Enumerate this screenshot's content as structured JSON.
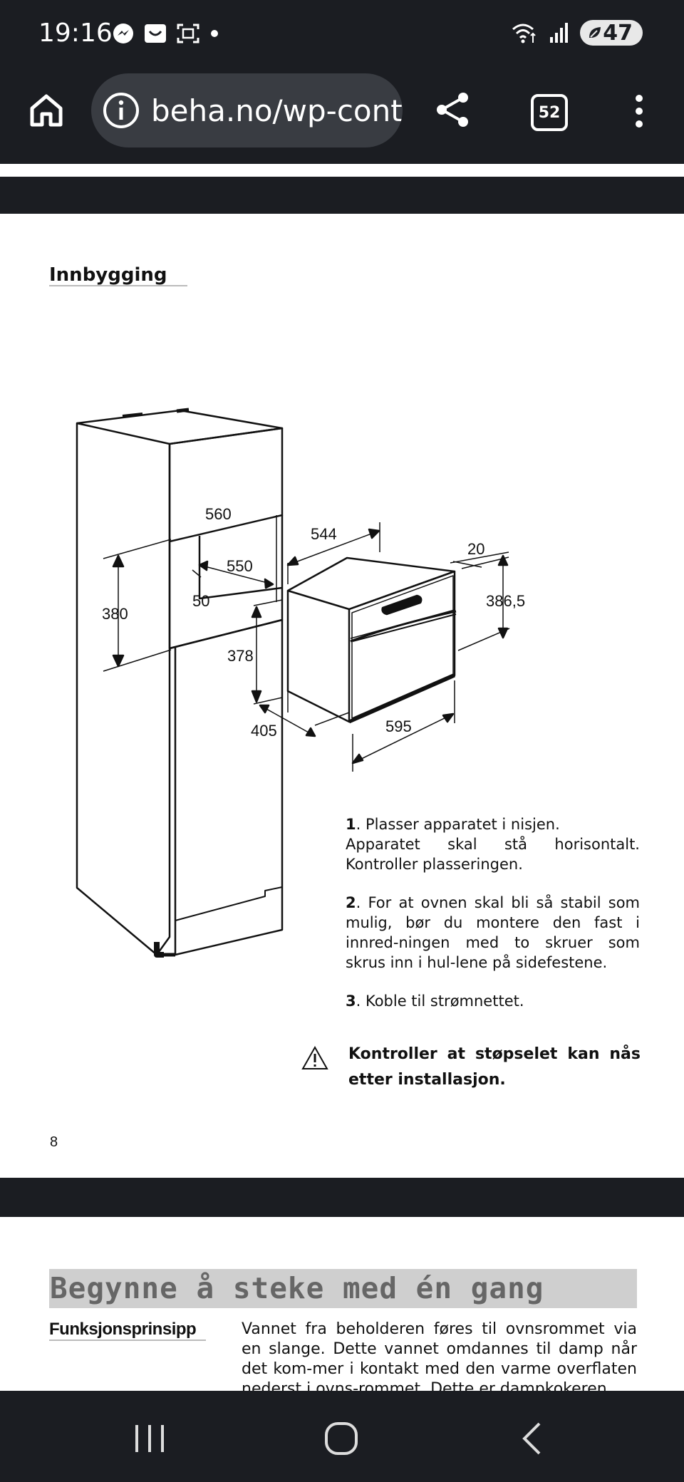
{
  "status_bar": {
    "time": "19:16",
    "battery": "47",
    "left_icons": [
      "messenger-icon",
      "inbox-icon",
      "screenshot-icon",
      "dot-icon"
    ],
    "right_icons": [
      "wifi-icon",
      "signal-icon",
      "battery-icon"
    ]
  },
  "browser": {
    "url": "beha.no/wp-cont",
    "tab_count": "52",
    "icons": [
      "home-icon",
      "info-icon",
      "share-icon",
      "tabs-icon",
      "menu-icon"
    ]
  },
  "document": {
    "heading": "Innbygging",
    "diagram_labels": {
      "d560": "560",
      "d544": "544",
      "d20": "20",
      "d550": "550",
      "d50": "50",
      "d380": "380",
      "d386": "386,5",
      "d378": "378",
      "d405": "405",
      "d595": "595"
    },
    "steps": [
      {
        "num": "1",
        "text": ". Plasser apparatet i nisjen.",
        "cont": "Apparatet skal stå horisontalt. Kontroller plasseringen."
      },
      {
        "num": "2",
        "text": ". For at ovnen skal bli så stabil som mulig, bør du montere den fast i innred-ningen med to skruer som skrus inn i hul-lene på sidefestene."
      },
      {
        "num": "3",
        "text": ". Koble til strømnettet."
      }
    ],
    "warning": "Kontroller at støpselet kan nås etter installasjon.",
    "page_number": "8",
    "next_section": {
      "banner": "Begynne å steke med én gang",
      "subheading": "Funksjonsprinsipp",
      "body": "Vannet fra beholderen føres til ovnsrommet via en slange. Dette vannet omdannes til damp når det kom-mer i kontakt med den varme overflaten nederst i ovns-rommet. Dette er dampkokeren"
    }
  },
  "colors": {
    "system_bar": "#1b1d22",
    "url_pill": "#393c42",
    "banner_bg": "#cfcfcf",
    "banner_text": "#666666"
  }
}
